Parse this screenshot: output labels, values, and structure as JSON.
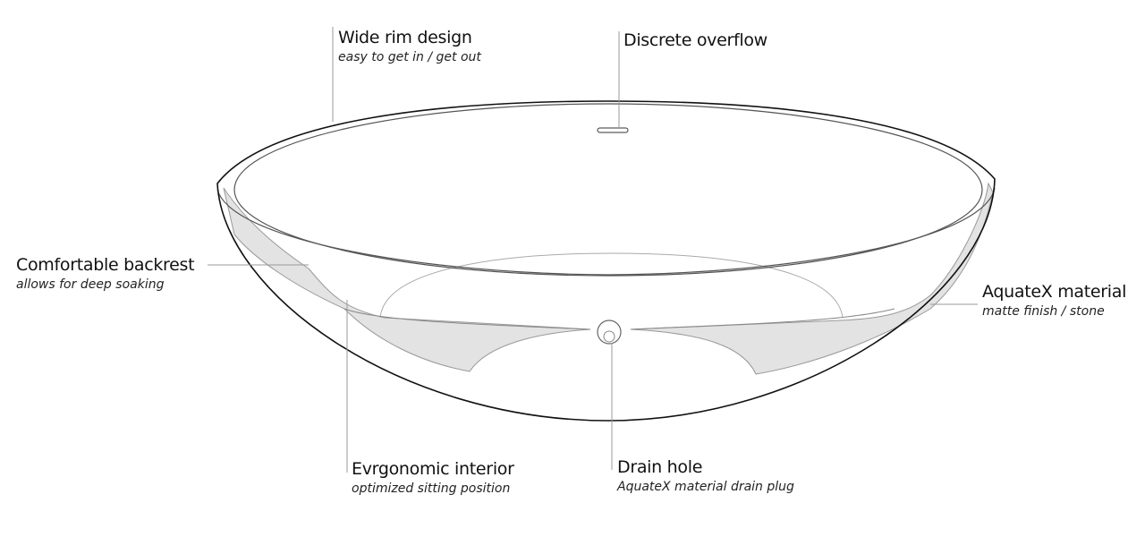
{
  "callouts": {
    "rim": {
      "title": "Wide rim design",
      "subtitle": "easy to get in / get out"
    },
    "overflow": {
      "title": "Discrete overflow"
    },
    "backrest": {
      "title": "Comfortable backrest",
      "subtitle": "allows for deep soaking"
    },
    "material": {
      "title": "AquateX material",
      "subtitle": "matte finish / stone"
    },
    "interior": {
      "title": "Evrgonomic interior",
      "subtitle": "optimized sitting position"
    },
    "drain": {
      "title": "Drain hole",
      "subtitle": "AquateX material drain plug"
    }
  },
  "colors": {
    "outline": "#111111",
    "leader": "#9a9a9a",
    "shade": "#e3e3e3"
  }
}
